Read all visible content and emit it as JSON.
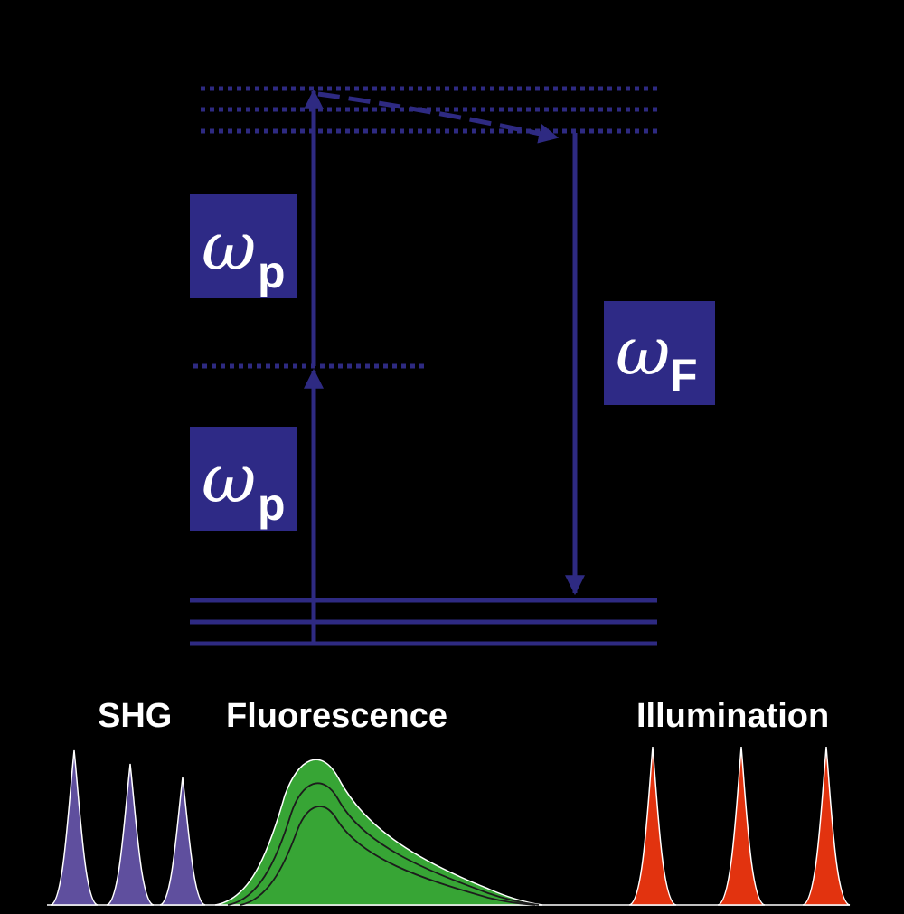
{
  "colors": {
    "background": "#000000",
    "level": "#2e2a82",
    "box": "#2e2a86",
    "shg": "#5f4f9e",
    "fluorescence": "#37a535",
    "illumination": "#e2330f",
    "outline": "#ffffff"
  },
  "labels": {
    "pump_upper": {
      "symbol": "ω",
      "sub": "p"
    },
    "pump_lower": {
      "symbol": "ω",
      "sub": "p"
    },
    "fluor": {
      "symbol": "ω",
      "sub": "F"
    }
  },
  "spectrum": {
    "shg_label": "SHG",
    "fluorescence_label": "Fluorescence",
    "illumination_label": "Illumination"
  }
}
